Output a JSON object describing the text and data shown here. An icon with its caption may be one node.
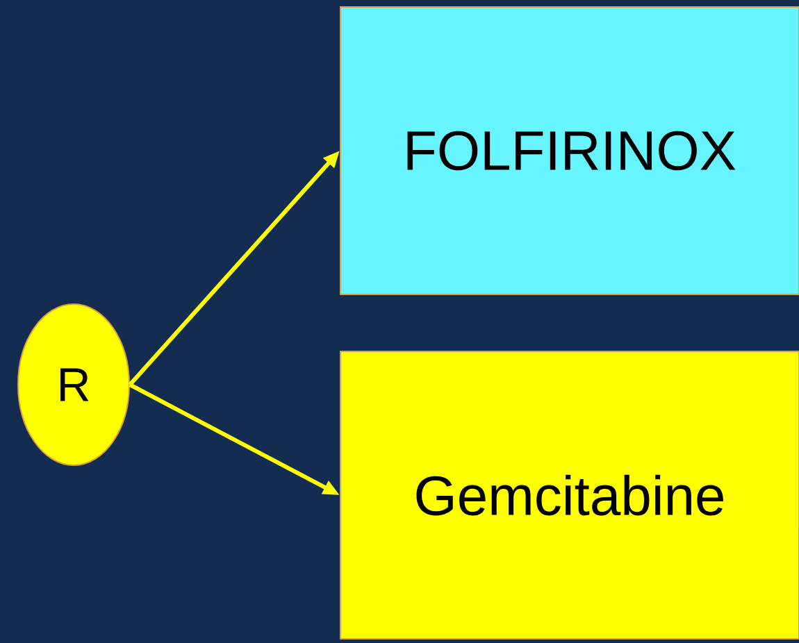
{
  "diagram": {
    "nodes": [
      {
        "text": [
          "R"
        ]
      },
      {
        "text": [
          "FOLFIRINOX"
        ]
      },
      {
        "text": [
          "Gemcitabine"
        ]
      }
    ],
    "edges": [
      {
        "from": 0,
        "to": 1,
        "arrow": "to"
      },
      {
        "from": 0,
        "to": 2,
        "arrow": "to"
      }
    ]
  }
}
